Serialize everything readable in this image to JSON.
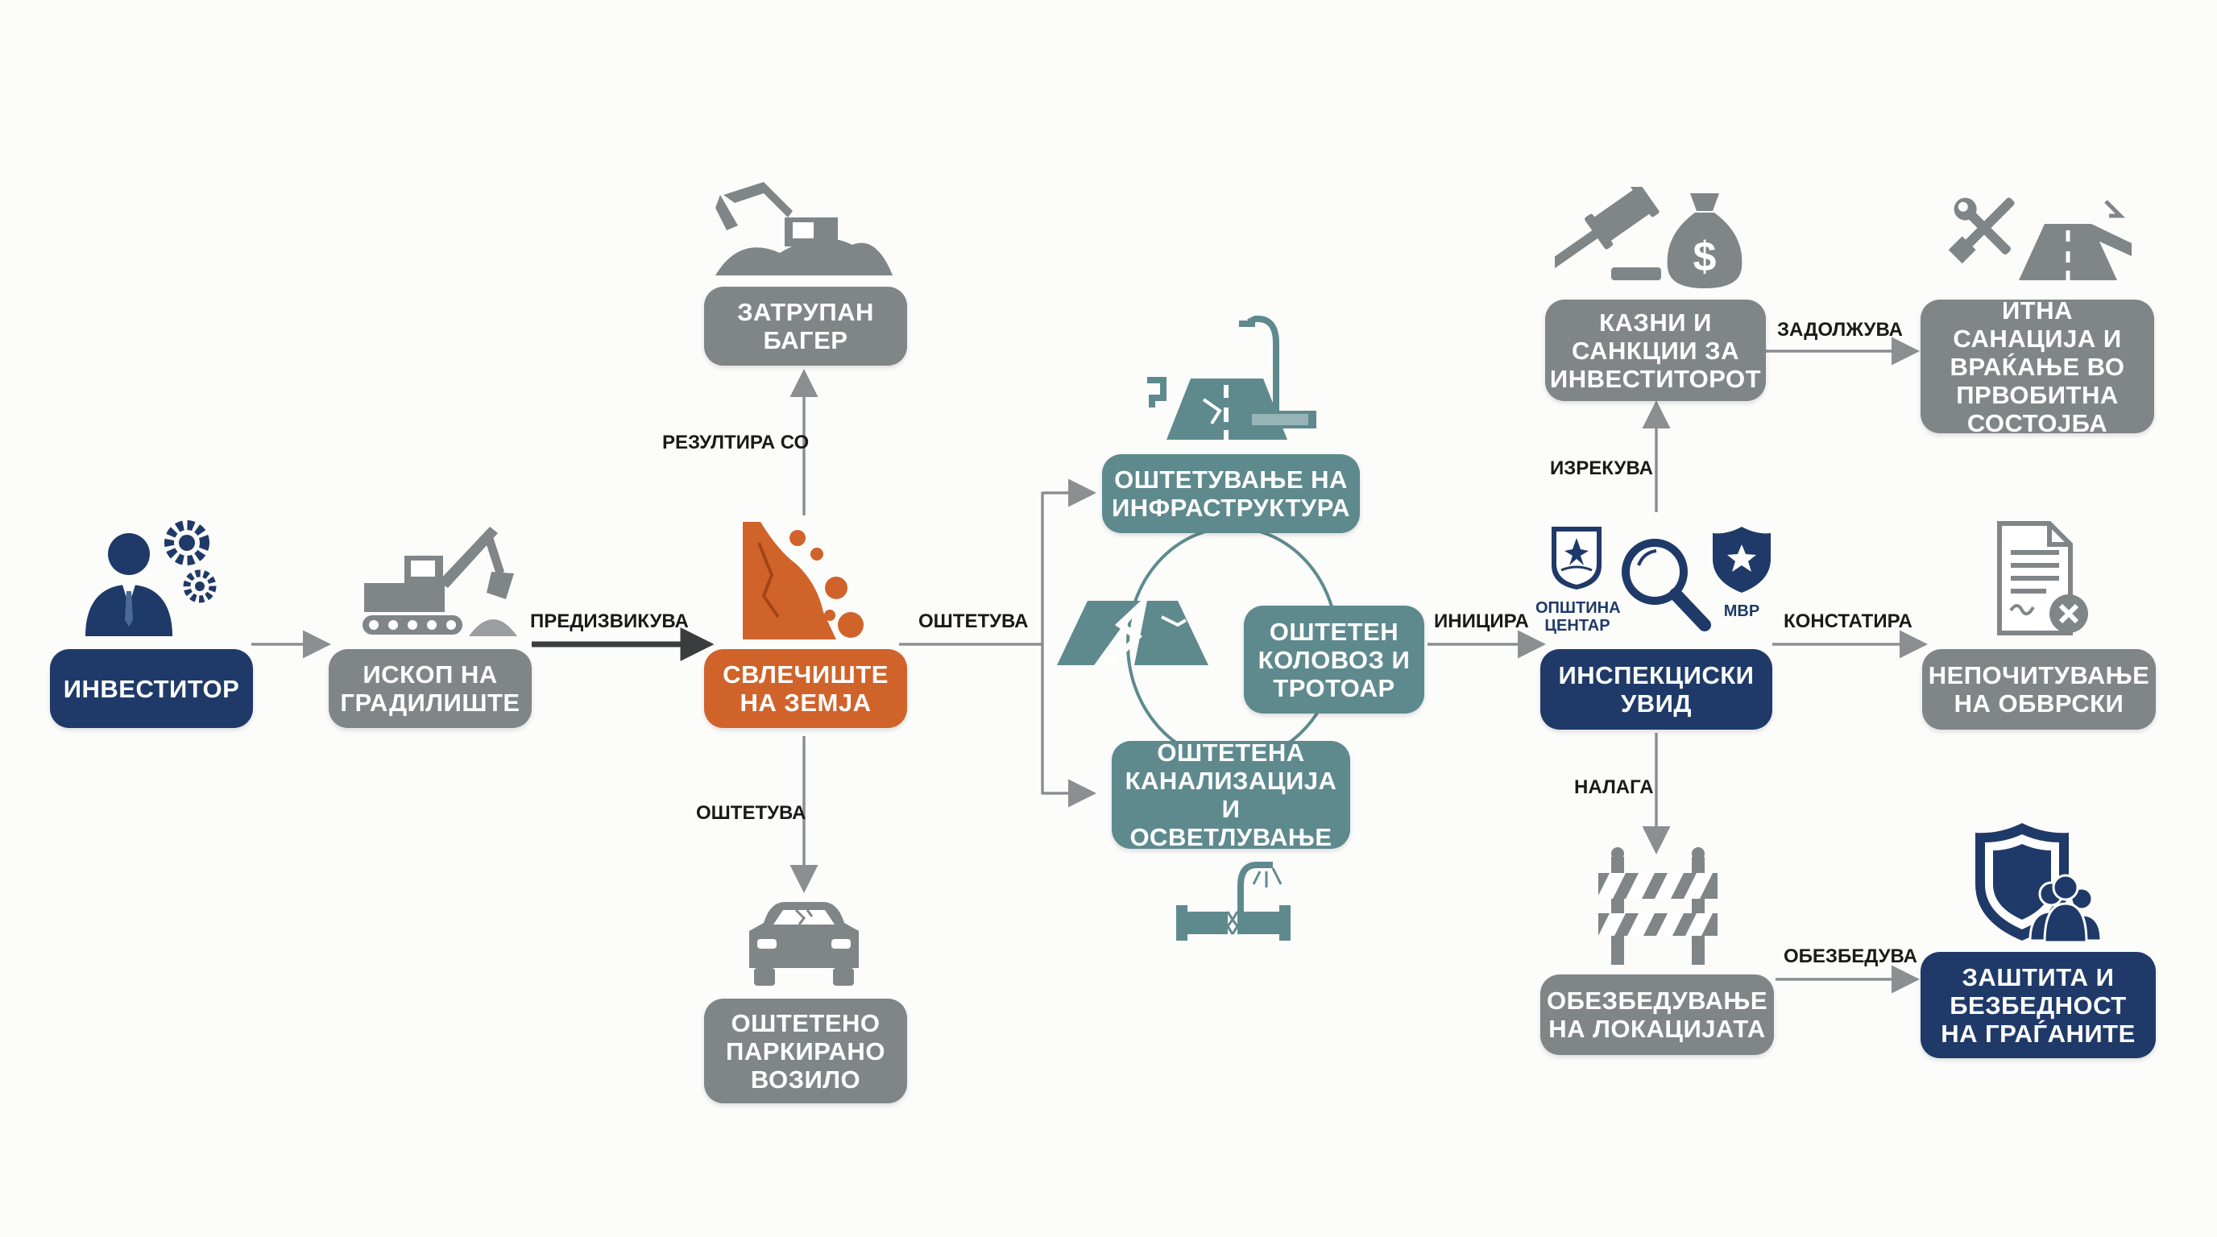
{
  "nodes": {
    "investor": "ИНВЕСТИТОР",
    "excavation": "ИСКОП НА ГРАДИЛИШТЕ",
    "landslide": "СВЛЕЧИШТЕ НА ЗЕМЈА",
    "buried_excavator": "ЗАТРУПАН БАГЕР",
    "damaged_vehicle": "ОШТЕТЕНО ПАРКИРАНО ВОЗИЛО",
    "infrastructure_damage": "ОШТЕТУВАЊЕ НА ИНФРАСТРУКТУРА",
    "damaged_road": "ОШТЕТЕН КОЛОВОЗ И ТРОТОАР",
    "damaged_sewer": "ОШТЕТЕНА КАНАЛИЗАЦИЈА И ОСВЕТЛУВАЊЕ",
    "inspection": "ИНСПЕКЦИСКИ УВИД",
    "fines": "КАЗНИ И САНКЦИИ ЗА ИНВЕСТИТОРОТ",
    "rehab": "ИТНА САНАЦИЈА И ВРАЌАЊЕ ВО ПРВОБИТНА СОСТОЈБА",
    "noncompliance": "НЕПОЧИТУВАЊЕ НА ОБВРСКИ",
    "securing": "ОБЕЗБЕДУВАЊЕ НА ЛОКАЦИЈАТА",
    "protection": "ЗАШТИТА И БЕЗБЕДНОСТ НА ГРАЃАНИТЕ"
  },
  "edge_labels": {
    "causes": "ПРЕДИЗВИКУВА",
    "results_in": "РЕЗУЛТИРА СО",
    "damages_down": "ОШТЕТУВА",
    "damages_right": "ОШТЕТУВА",
    "initiates": "ИНИЦИРА",
    "imposes": "ИЗРЕКУВА",
    "obliges": "ЗАДОЛЖУВА",
    "finds": "КОНСТАТИРА",
    "orders": "НАЛАГА",
    "secures": "ОБЕЗБЕДУВА"
  },
  "icon_captions": {
    "municipality": "ОПШТИНА ЦЕНТАР",
    "police": "МВР"
  },
  "icons": [
    "person-gears-icon",
    "excavator-icon",
    "buried-excavator-icon",
    "landslide-rocks-icon",
    "damaged-car-icon",
    "road-streetlight-pipe-icon",
    "cracked-road-icon",
    "broken-pipe-icon",
    "municipality-crest-icon",
    "magnifier-icon",
    "police-badge-icon",
    "gavel-icon",
    "money-bag-icon",
    "tools-road-icon",
    "document-x-icon",
    "barrier-icon",
    "shield-people-icon"
  ],
  "colors": {
    "navy": "#1f3a68",
    "gray": "#808588",
    "orange": "#d0632a",
    "teal": "#5e8a8e",
    "arrow": "#8b8f92"
  }
}
